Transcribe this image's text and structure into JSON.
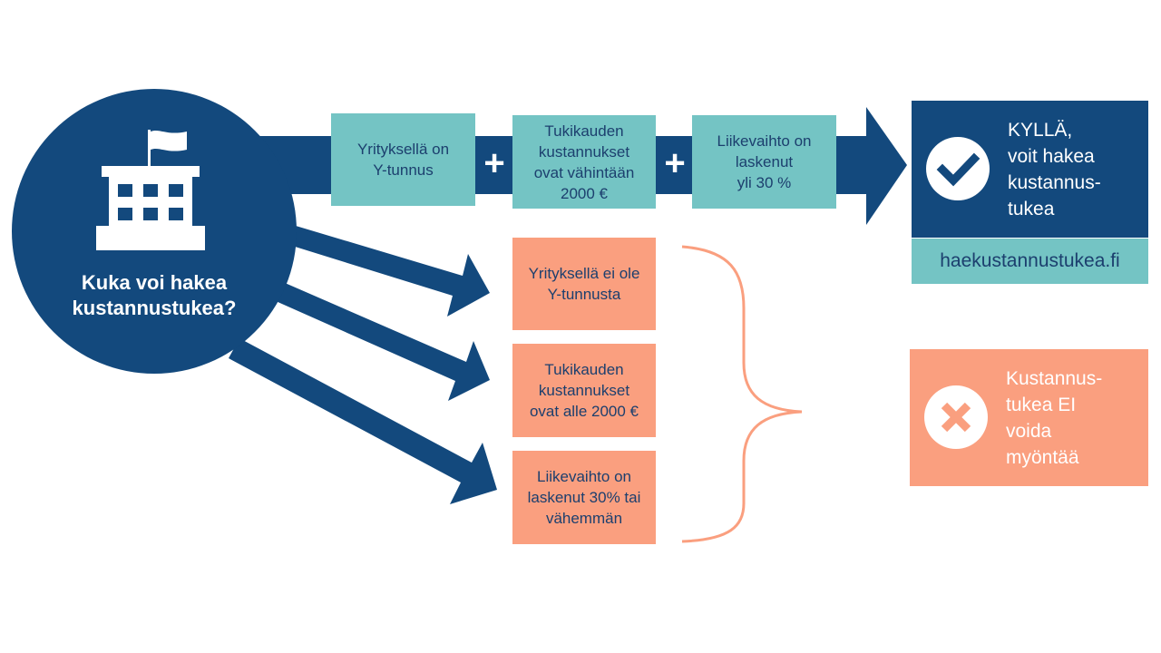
{
  "question": {
    "title": "Kuka voi hakea\nkustannustukea?"
  },
  "criteria_yes": [
    {
      "text": "Yrityksellä on\nY-tunnus"
    },
    {
      "text": "Tukikauden\nkustannukset\novat vähintään\n2000 €"
    },
    {
      "text": "Liikevaihto on\nlaskenut\nyli 30 %"
    }
  ],
  "operator": "+",
  "criteria_no": [
    {
      "text": "Yrityksellä ei ole\nY-tunnusta"
    },
    {
      "text": "Tukikauden\nkustannukset\novat alle 2000 €"
    },
    {
      "text": "Liikevaihto on\nlaskenut 30% tai\nvähemmän"
    }
  ],
  "result_yes": {
    "text": "KYLLÄ,\nvoit hakea\nkustannus-\ntukea",
    "link": "haekustannustukea.fi",
    "icon": "check-icon"
  },
  "result_no": {
    "text": "Kustannus-\ntukea EI\nvoida\nmyöntää",
    "icon": "cross-icon"
  },
  "colors": {
    "navy": "#13497d",
    "teal": "#74c4c4",
    "salmon": "#fa9f7f",
    "text_dark": "#1c3f6e"
  }
}
